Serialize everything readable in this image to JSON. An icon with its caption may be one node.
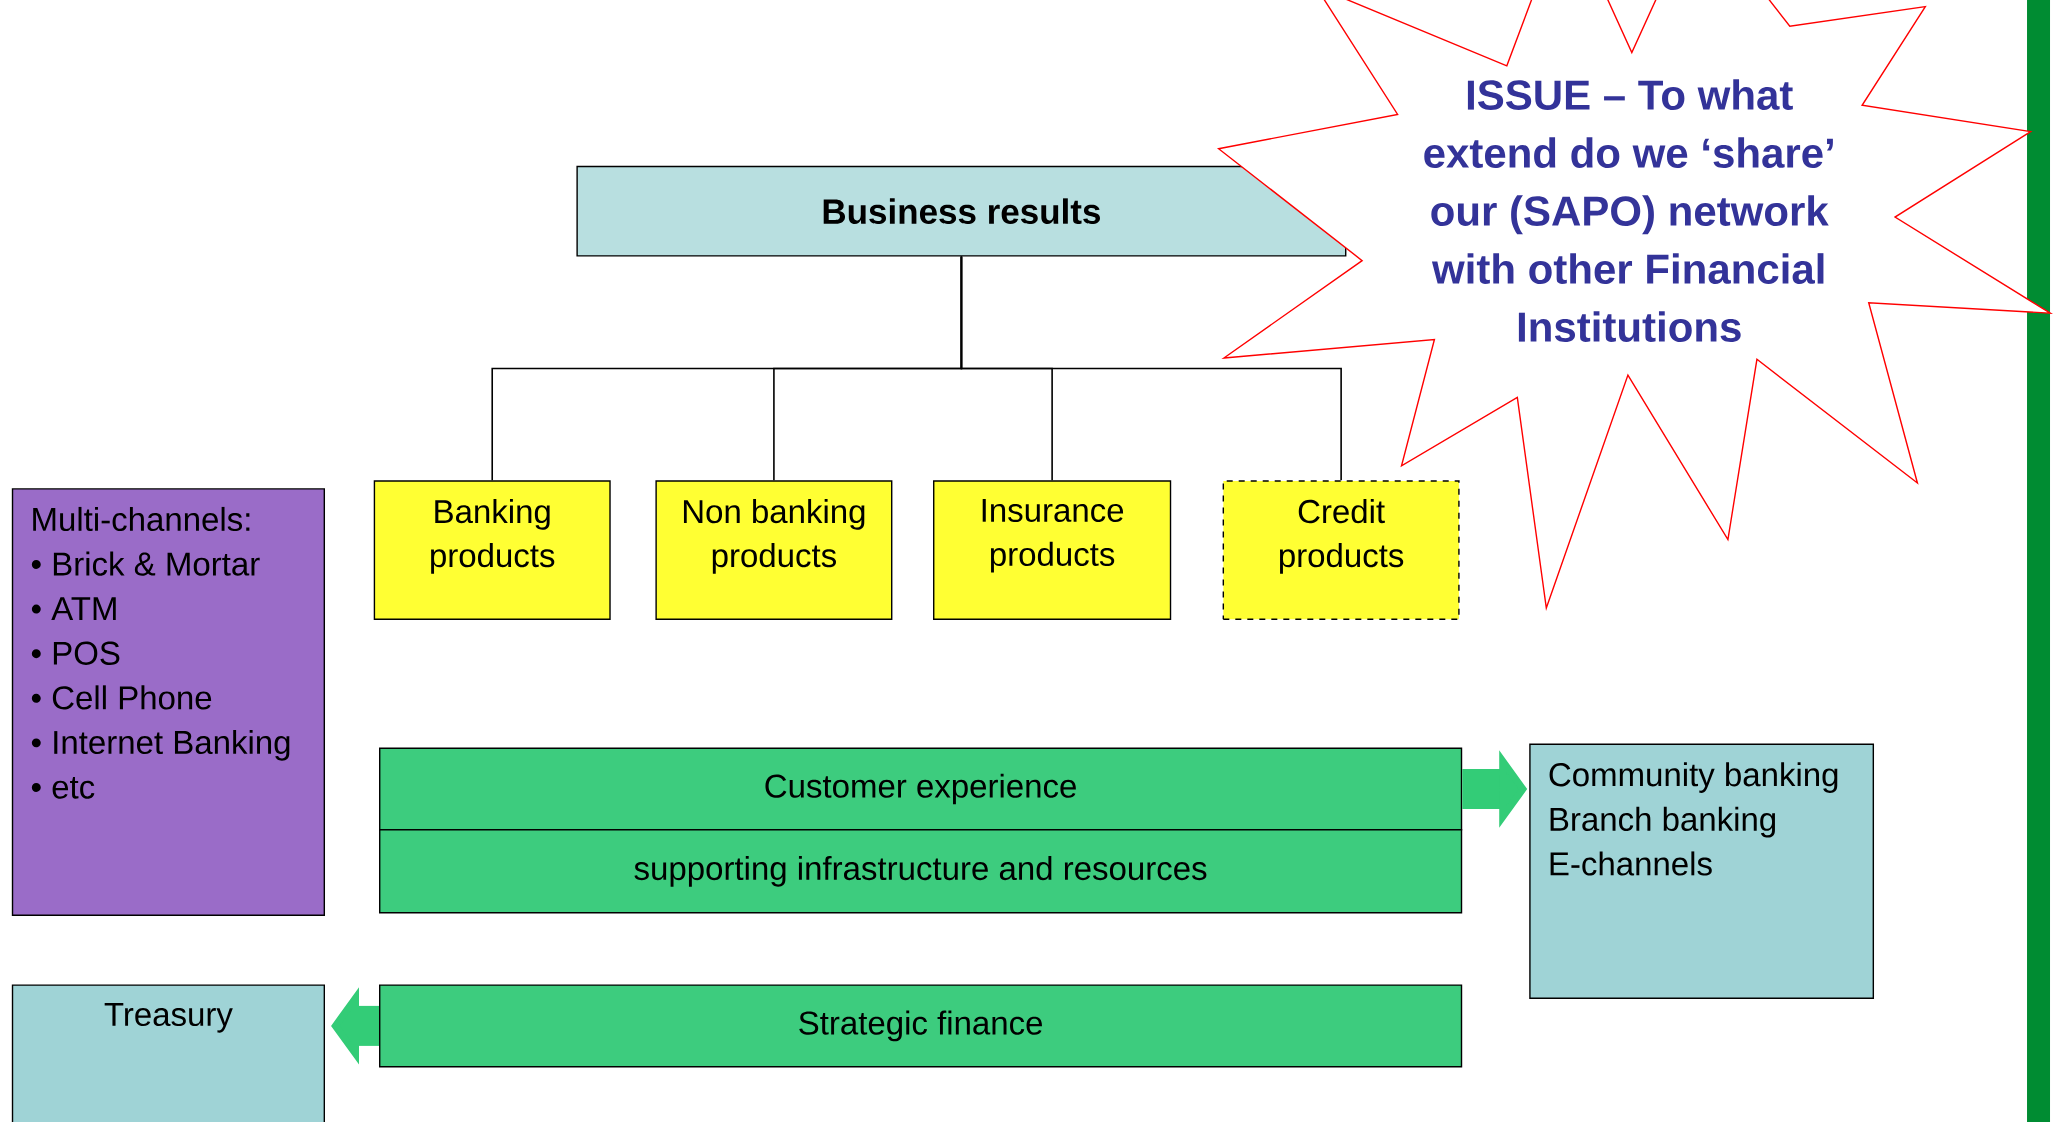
{
  "diagram": {
    "nodes": [
      {
        "text": [
          "Business results"
        ]
      },
      {
        "text": [
          "Banking products"
        ]
      },
      {
        "text": [
          "Non banking products"
        ]
      },
      {
        "text": [
          "Insurance products"
        ]
      },
      {
        "text": [
          "Credit products"
        ]
      },
      {
        "text": [
          "ISSUE – To what extend do we ‘share’ our (SAPO) network with other Financial Institutions"
        ]
      },
      {
        "text": [
          "Multi-channels:",
          "• Brick & Mortar",
          "• ATM",
          "• POS",
          "• Cell Phone",
          "• Internet Banking",
          "• etc"
        ]
      },
      {
        "text": [
          "Customer experience"
        ]
      },
      {
        "text": [
          "supporting infrastructure and resources"
        ]
      },
      {
        "text": [
          "Community banking",
          "Branch banking",
          "E-channels"
        ]
      },
      {
        "text": [
          "Treasury"
        ]
      },
      {
        "text": [
          "Strategic finance"
        ]
      }
    ],
    "edges": [
      {
        "from": 0,
        "to": 1,
        "arrow": "none"
      },
      {
        "from": 0,
        "to": 2,
        "arrow": "none"
      },
      {
        "from": 0,
        "to": 3,
        "arrow": "none"
      },
      {
        "from": 0,
        "to": 4,
        "arrow": "none"
      },
      {
        "from": 7,
        "to": 9,
        "arrow": "to",
        "style": "thick",
        "color": "#33cc77"
      },
      {
        "from": 11,
        "to": 10,
        "arrow": "to",
        "style": "thick",
        "color": "#33cc77"
      }
    ]
  }
}
